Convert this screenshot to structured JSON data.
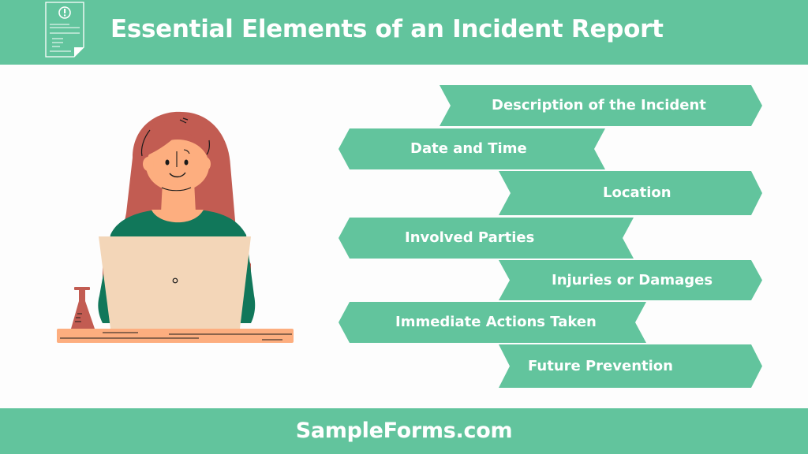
{
  "header": {
    "title": "Essential Elements of an Incident Report",
    "icon": "document-alert-icon"
  },
  "colors": {
    "accent": "#62c49d",
    "text_on_accent": "#ffffff",
    "background": "#fdfdfd",
    "hair": "#c25c52",
    "skin": "#fdae7f",
    "shirt": "#11775a",
    "laptop": "#f3d6b8",
    "desk": "#fdae7f"
  },
  "elements": [
    {
      "label": "Description of the Incident",
      "direction": "right"
    },
    {
      "label": "Date and Time",
      "direction": "left"
    },
    {
      "label": "Location",
      "direction": "right"
    },
    {
      "label": "Involved Parties",
      "direction": "left"
    },
    {
      "label": "Injuries or Damages",
      "direction": "right"
    },
    {
      "label": "Immediate Actions Taken",
      "direction": "left"
    },
    {
      "label": "Future Prevention",
      "direction": "right"
    }
  ],
  "illustration": {
    "subject": "woman-at-laptop-illustration"
  },
  "footer": {
    "text": "SampleForms.com"
  }
}
